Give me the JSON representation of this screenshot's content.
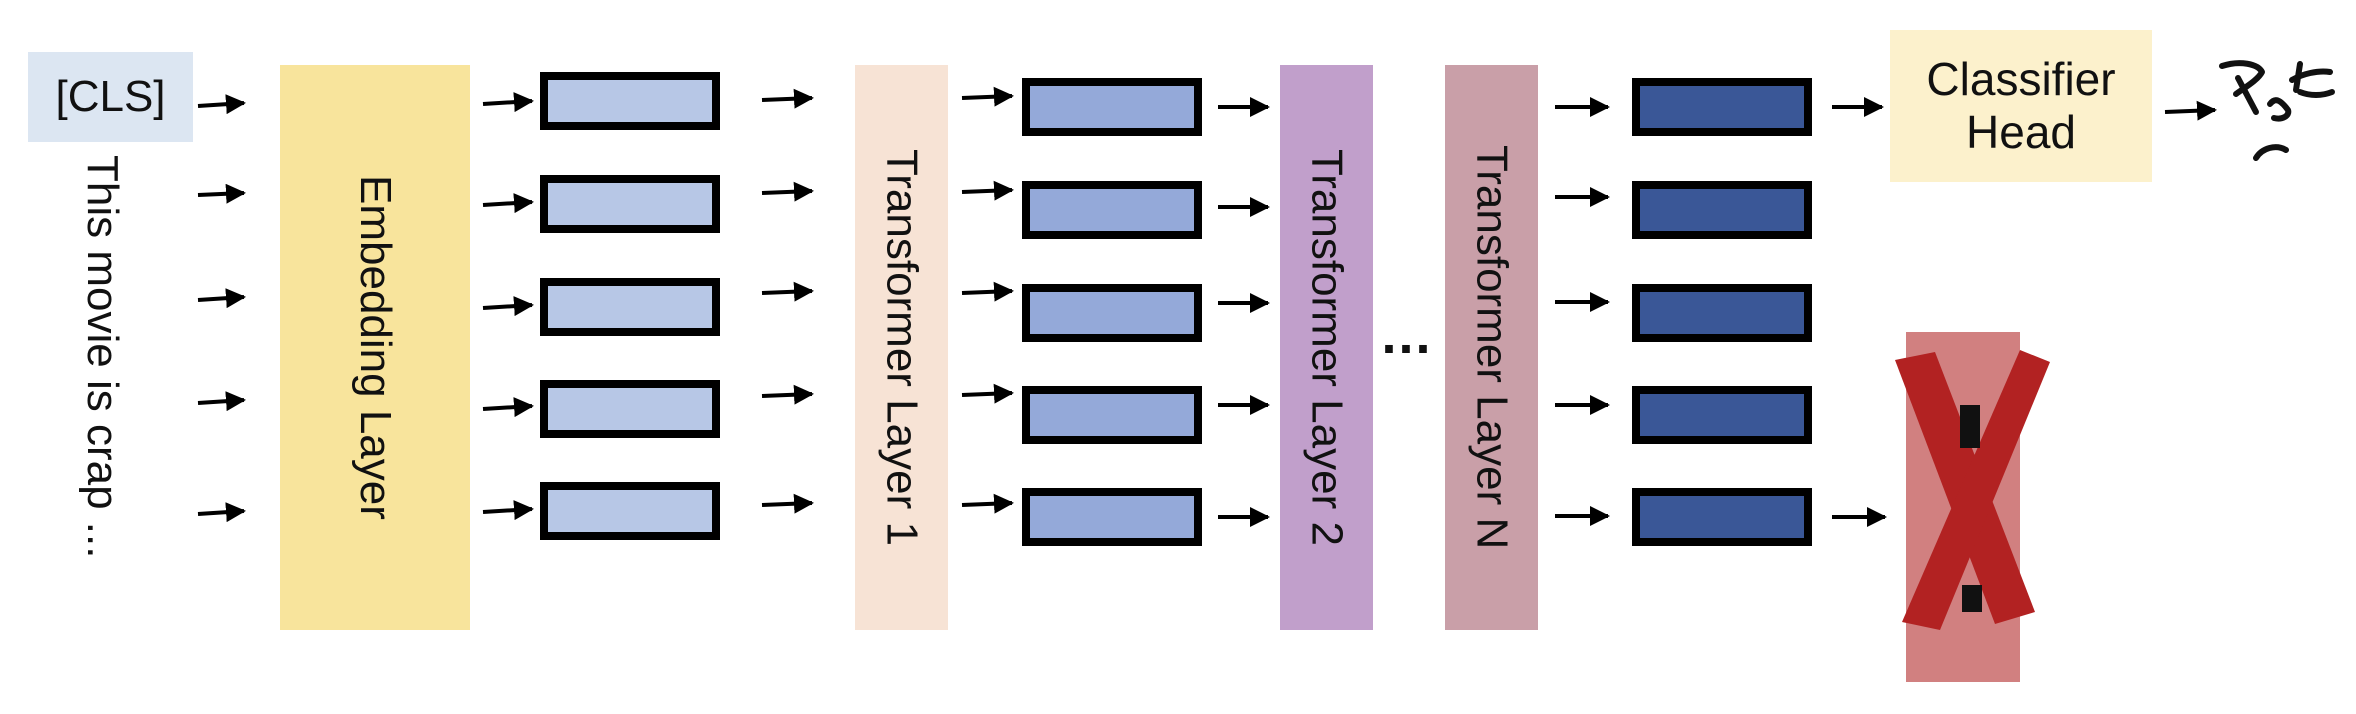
{
  "diagram": {
    "cls_token": "[CLS]",
    "input_sentence": "This movie is crap ...",
    "embedding_layer": "Embedding Layer",
    "transformer_layers": [
      "Transformer Layer 1",
      "Transformer Layer 2",
      "Transformer Layer N"
    ],
    "ellipsis": "...",
    "classifier_head": "Classifier\nHead",
    "crossed_box_label": "",
    "colors": {
      "cls_box": "#dce6f2",
      "embedding_layer": "#f8e49c",
      "transformer_layer_1": "#f7e3d5",
      "transformer_layer_2": "#c19fcb",
      "transformer_layer_n": "#c99fa8",
      "vector_after_embedding": "#b7c7e6",
      "vector_after_layer_1": "#94a9d9",
      "vector_after_layer_n": "#3a5797",
      "classifier_head": "#fcf1cc",
      "crossed_box": "#d18080",
      "cross_mark": "#b22222"
    },
    "icons": [
      "arrow-icon",
      "cross-mark-icon",
      "handwritten-output-icon"
    ]
  }
}
